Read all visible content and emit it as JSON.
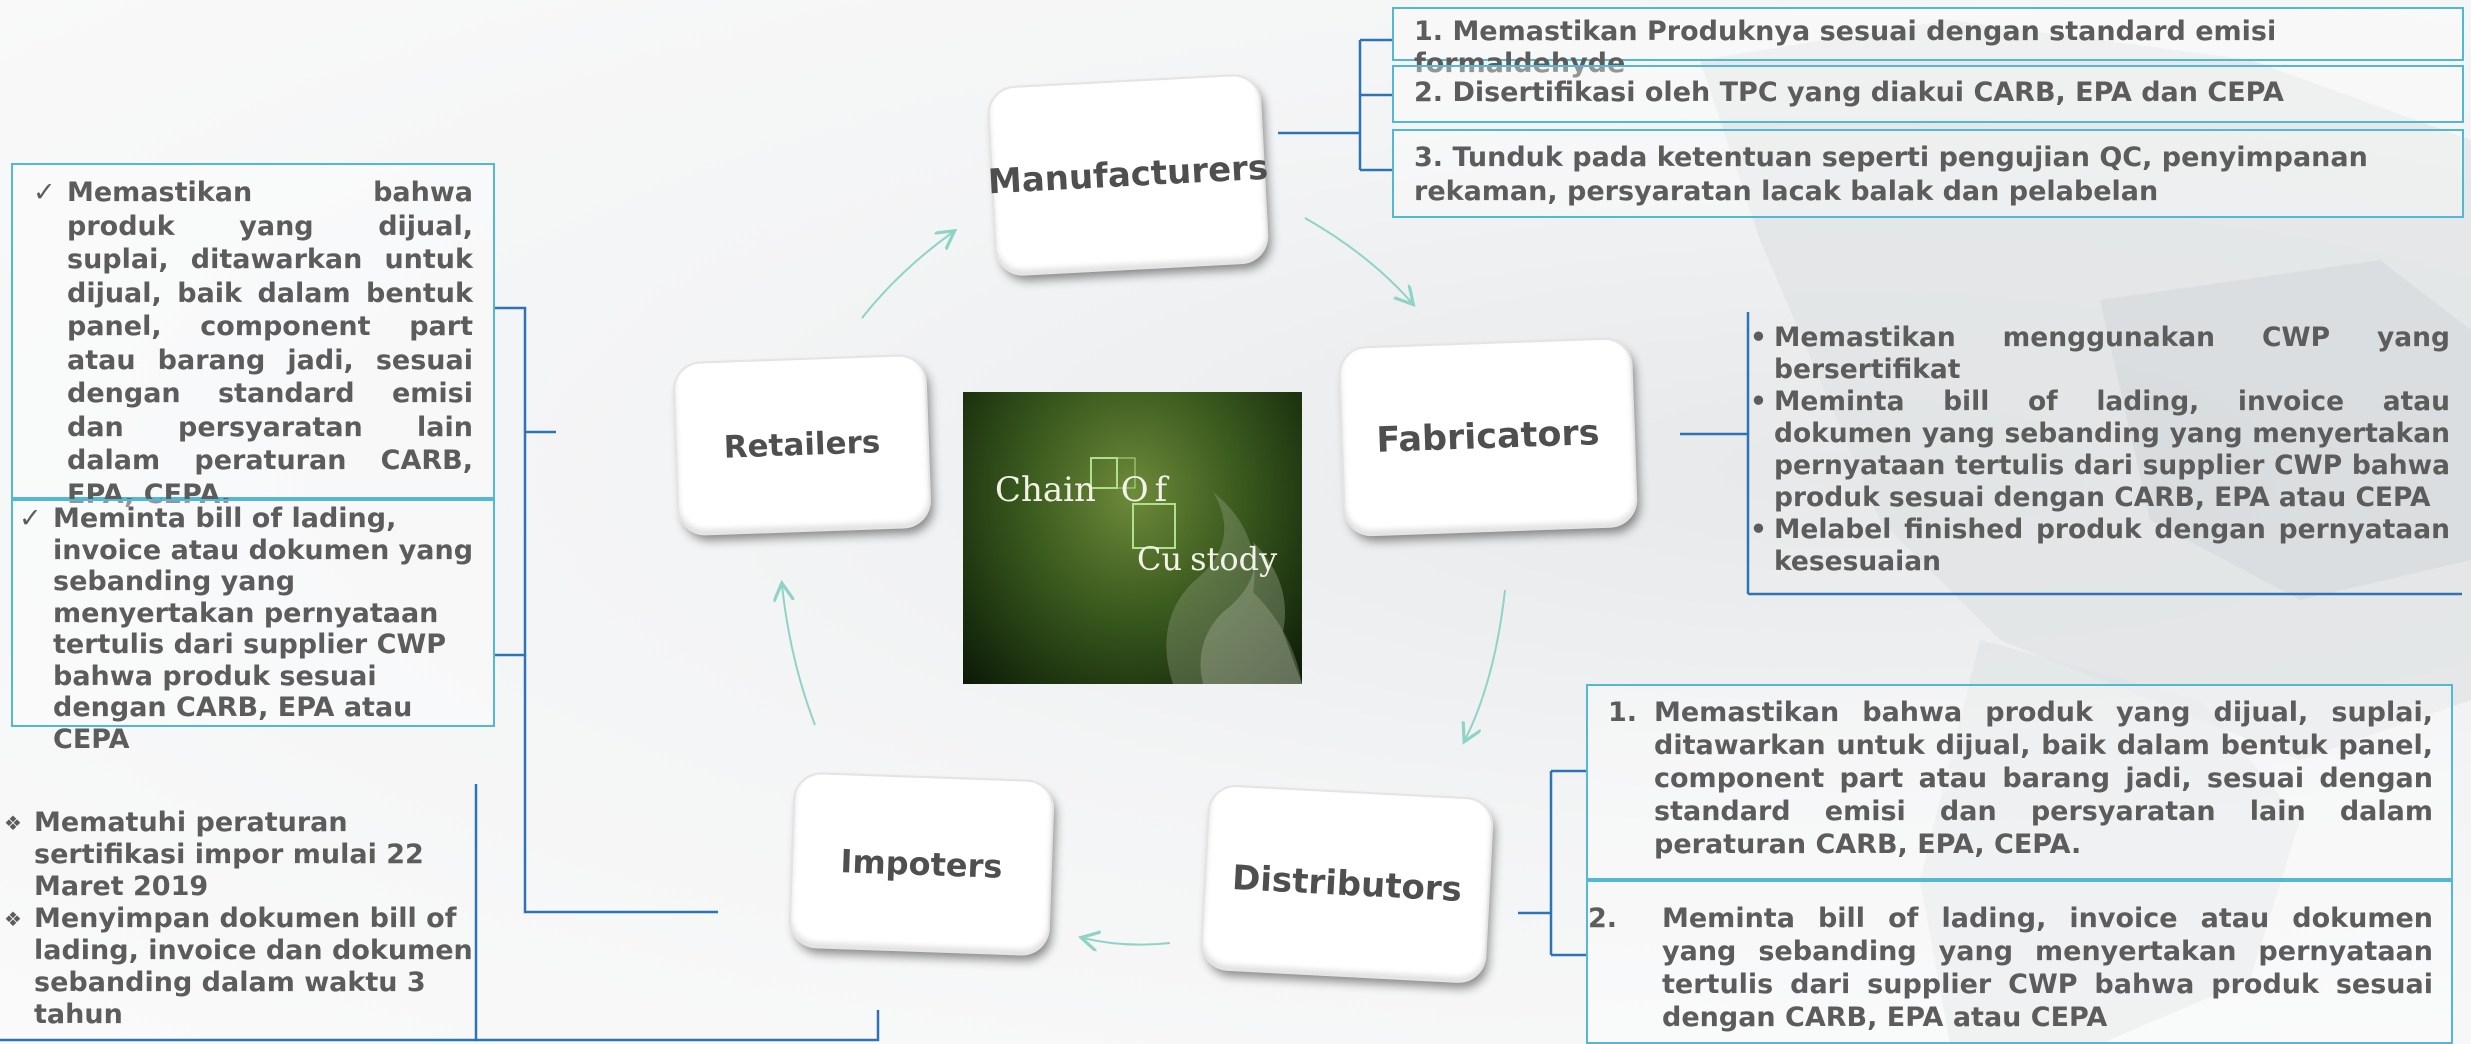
{
  "colors": {
    "accent_box": "#52b8d6",
    "connector": "#2e74b5",
    "arrow": "#8fd3c7"
  },
  "nodes": {
    "manufacturers": "Manufacturers",
    "fabricators": "Fabricators",
    "distributors": "Distributors",
    "impoters": "Impoters",
    "retailers": "Retailers"
  },
  "center_image": {
    "chain": "Chain",
    "of_o": "O",
    "of_f": "f",
    "cu": "Cu",
    "stody": "stody"
  },
  "manufacturers_items": [
    "1. Memastikan Produknya sesuai dengan standard emisi formaldehyde",
    "2. Disertifikasi oleh TPC yang diakui CARB, EPA dan CEPA",
    "3. Tunduk pada ketentuan seperti pengujian QC, penyimpanan rekaman, persyaratan lacak balak dan pelabelan"
  ],
  "fabricators_items": [
    "Memastikan menggunakan CWP yang bersertifikat",
    "Meminta bill of lading, invoice atau dokumen yang sebanding yang menyertakan pernyataan tertulis dari supplier CWP bahwa produk sesuai dengan CARB, EPA atau CEPA",
    "Melabel finished produk dengan pernyataan kesesuaian"
  ],
  "fabricators_bullet": "•",
  "distributors_items": [
    {
      "num": "1.",
      "text": "Memastikan bahwa produk yang dijual, suplai, ditawarkan untuk dijual, baik dalam bentuk panel, component part atau barang jadi, sesuai dengan standard emisi dan persyaratan lain dalam peraturan CARB, EPA, CEPA."
    },
    {
      "num": "2.",
      "text": "Meminta bill of lading, invoice atau dokumen yang sebanding yang menyertakan pernyataan tertulis dari supplier CWP bahwa produk sesuai dengan CARB, EPA atau CEPA"
    }
  ],
  "retailers_items": [
    "Memastikan bahwa produk yang dijual, suplai, ditawarkan untuk dijual, baik dalam bentuk panel, component part atau barang jadi, sesuai dengan standard emisi dan persyaratan lain dalam peraturan CARB, EPA, CEPA.",
    "Meminta bill of lading, invoice atau dokumen yang sebanding yang menyertakan pernyataan tertulis dari supplier CWP bahwa produk sesuai dengan CARB, EPA atau CEPA"
  ],
  "retailers_bullet": "✓",
  "impoters_items": [
    "Mematuhi peraturan sertifikasi impor mulai 22 Maret 2019",
    "Menyimpan dokumen bill of lading, invoice dan dokumen sebanding dalam waktu 3 tahun"
  ],
  "impoters_bullet": "❖"
}
